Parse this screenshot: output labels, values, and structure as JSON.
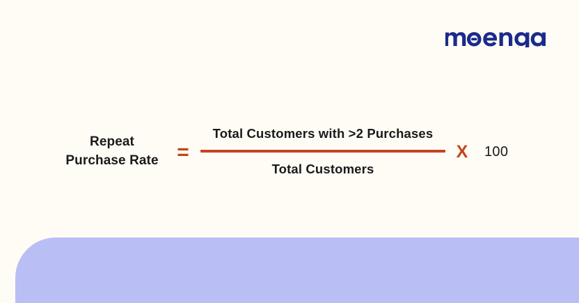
{
  "page": {
    "background_color": "#FFFCF5",
    "accent_color": "#C4451C",
    "text_color": "#1A1A1A",
    "band_color": "#B9BEF5",
    "logo_color": "#1B2A8C"
  },
  "brand": {
    "name": "moengage",
    "icon": "moengage-wordmark"
  },
  "formula": {
    "metric_line_1": "Repeat",
    "metric_line_2": "Purchase Rate",
    "equals": "=",
    "numerator": "Total Customers with >2 Purchases",
    "denominator": "Total Customers",
    "times": "X",
    "multiplier": "100"
  }
}
